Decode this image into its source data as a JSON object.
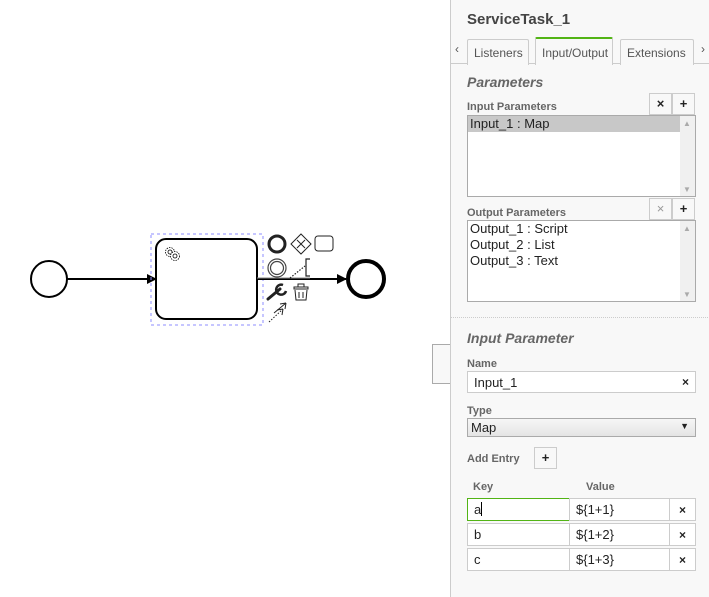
{
  "diagram": {
    "elements": [
      {
        "id": "start-event",
        "type": "start-event"
      },
      {
        "id": "service-task",
        "type": "service-task",
        "icon": "gear-icon",
        "selected": true
      },
      {
        "id": "end-event",
        "type": "end-event"
      }
    ],
    "context_pad": [
      "end-event-icon",
      "gateway-icon",
      "task-icon",
      "intermediate-event-icon",
      "text-annotation-icon",
      "wrench-icon",
      "trash-icon",
      "connect-icon"
    ]
  },
  "panel": {
    "title": "ServiceTask_1",
    "tabs": [
      {
        "label": "Listeners",
        "active": false
      },
      {
        "label": "Input/Output",
        "active": true
      },
      {
        "label": "Extensions",
        "active": false
      }
    ],
    "tab_prev": "‹",
    "tab_next": "›",
    "parameters_title": "Parameters",
    "input_parameters": {
      "label": "Input Parameters",
      "remove": "×",
      "add": "+",
      "items": [
        "Input_1 : Map"
      ],
      "selected": 0
    },
    "output_parameters": {
      "label": "Output Parameters",
      "remove": "×",
      "add": "+",
      "items": [
        "Output_1 : Script",
        "Output_2 : List",
        "Output_3 : Text"
      ]
    },
    "input_parameter": {
      "title": "Input Parameter",
      "name_label": "Name",
      "name_value": "Input_1",
      "name_clear": "×",
      "type_label": "Type",
      "type_value": "Map",
      "add_entry_label": "Add Entry",
      "add_entry_button": "+",
      "key_header": "Key",
      "value_header": "Value",
      "entries": [
        {
          "key": "a",
          "value": "${1+1}"
        },
        {
          "key": "b",
          "value": "${1+2}"
        },
        {
          "key": "c",
          "value": "${1+3}"
        }
      ],
      "delete": "×"
    }
  },
  "colors": {
    "active_tab": "#52b415",
    "focus_border": "#52b415",
    "selection_outline": "#8c8cff"
  }
}
